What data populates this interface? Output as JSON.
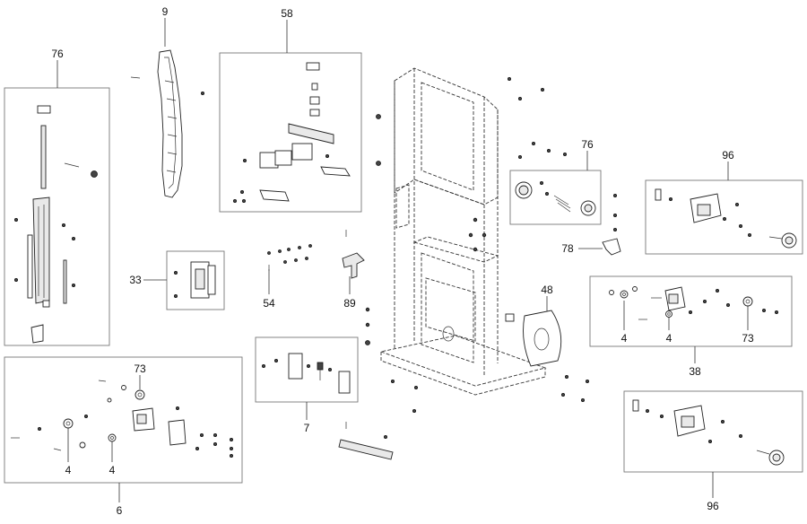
{
  "labels": {
    "l76a": "76",
    "l9": "9",
    "l58": "58",
    "l76b": "76",
    "l96a": "96",
    "l78": "78",
    "l48": "48",
    "l33": "33",
    "l54": "54",
    "l89": "89",
    "l38": "38",
    "l4c": "4",
    "l4d": "4",
    "l73b": "73",
    "l73a": "73",
    "l4a": "4",
    "l4b": "4",
    "l6": "6",
    "l7": "7",
    "l96b": "96"
  }
}
